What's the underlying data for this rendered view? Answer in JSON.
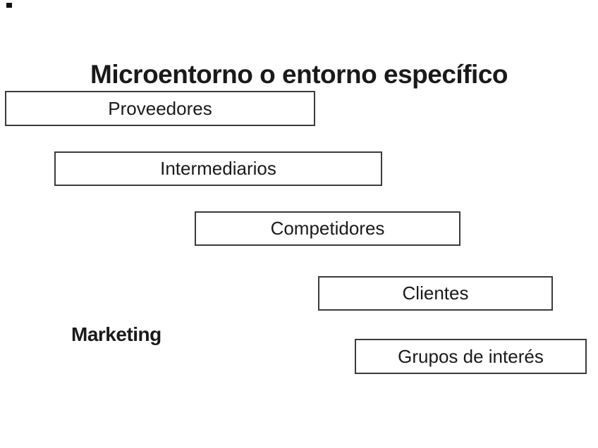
{
  "slide": {
    "title": "Microentorno o entorno específico",
    "side_label": "Marketing",
    "boxes": [
      {
        "label": "Proveedores"
      },
      {
        "label": "Intermediarios"
      },
      {
        "label": "Competidores"
      },
      {
        "label": "Clientes"
      },
      {
        "label": "Grupos de interés"
      }
    ],
    "colors": {
      "background": "#ffffff",
      "box_border": "#3b3b3b",
      "text": "#1a1a1a"
    }
  }
}
